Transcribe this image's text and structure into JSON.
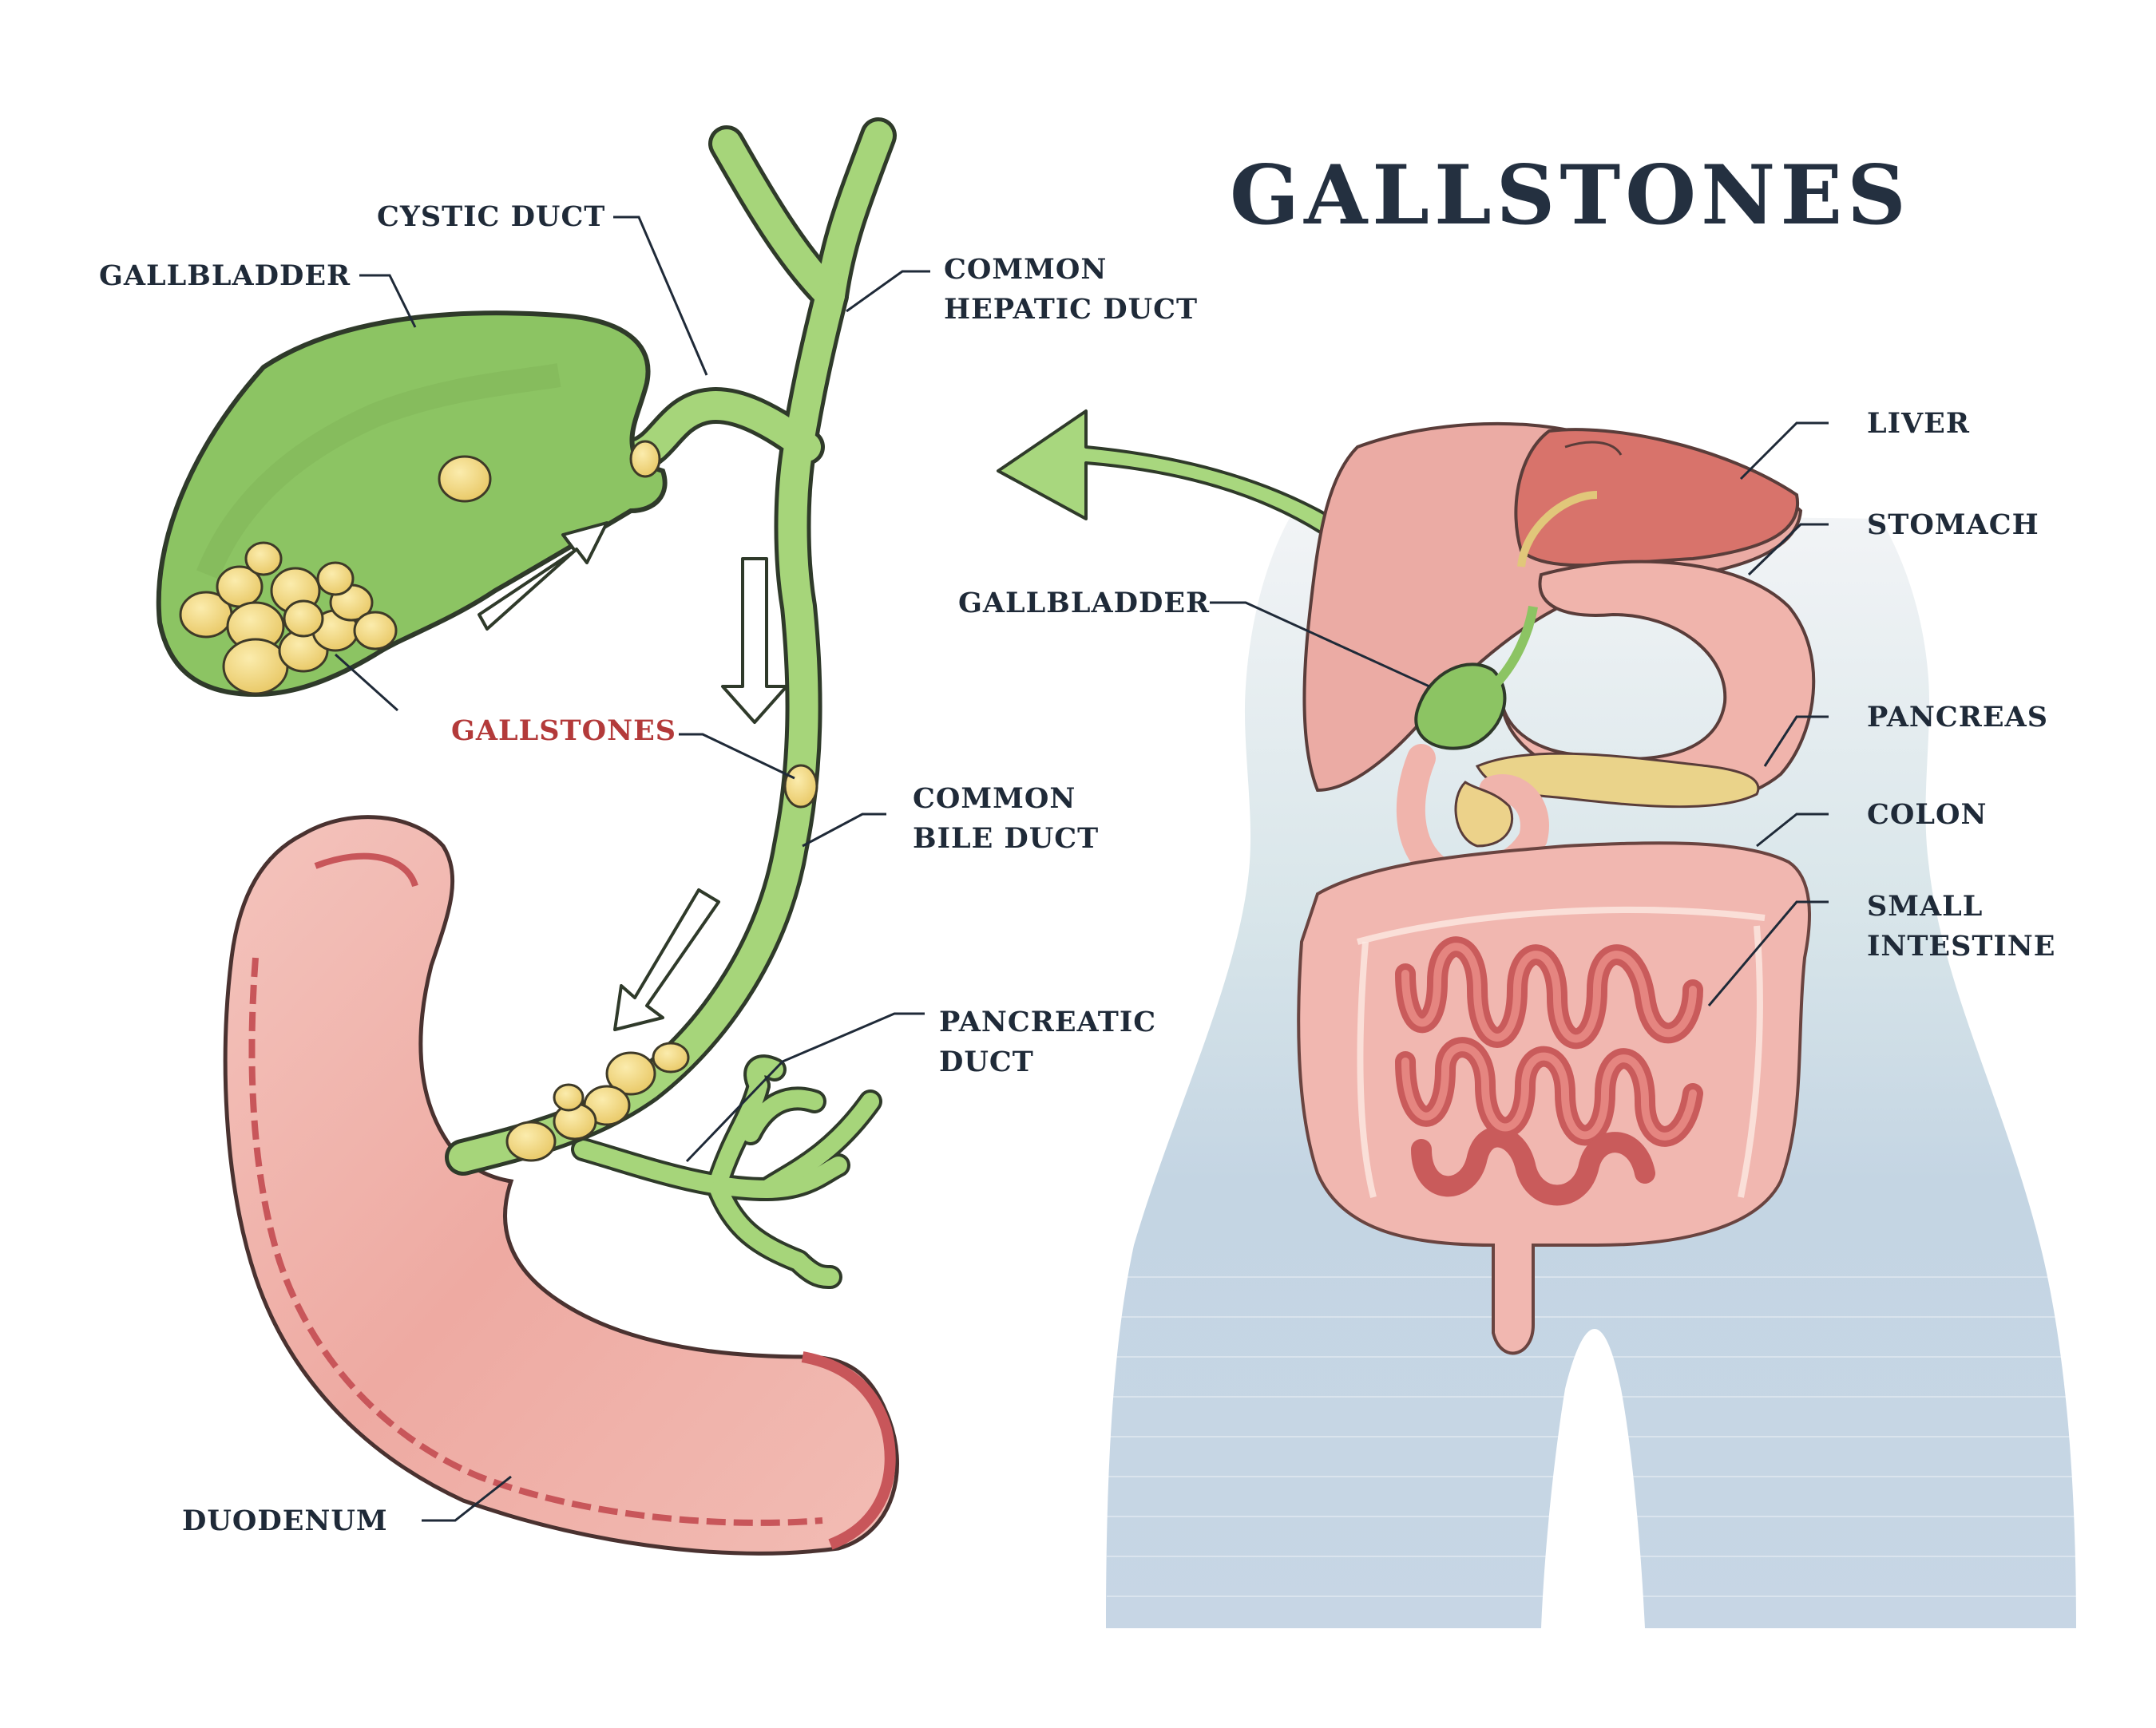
{
  "title": "GALLSTONES",
  "left_labels": {
    "cystic_duct": "CYSTIC DUCT",
    "gallbladder": "GALLBLADDER",
    "common_hepatic_duct_line1": "COMMON",
    "common_hepatic_duct_line2": "HEPATIC DUCT",
    "gallstones": "GALLSTONES",
    "common_bile_duct_line1": "COMMON",
    "common_bile_duct_line2": "BILE DUCT",
    "pancreatic_duct_line1": "PANCREATIC",
    "pancreatic_duct_line2": "DUCT",
    "duodenum": "DUODENUM"
  },
  "right_labels": {
    "liver": "LIVER",
    "stomach": "STOMACH",
    "gallbladder": "GALLBLADDER",
    "pancreas": "PANCREAS",
    "colon": "COLON",
    "small_intestine_line1": "SMALL",
    "small_intestine_line2": "INTESTINE"
  },
  "colors": {
    "duct_green": "#a6d57a",
    "duct_outline": "#2f3a2a",
    "gallbladder_green": "#8cc463",
    "stone_yellow": "#f1d983",
    "duodenum_pink": "#f0b5ae",
    "duodenum_dark": "#c8565a",
    "organ_pink": "#eaa59f",
    "liver_red": "#d36e66",
    "body_blue": "#c7d6e3",
    "label_dark": "#1f2a38",
    "label_red": "#b33a3a"
  }
}
